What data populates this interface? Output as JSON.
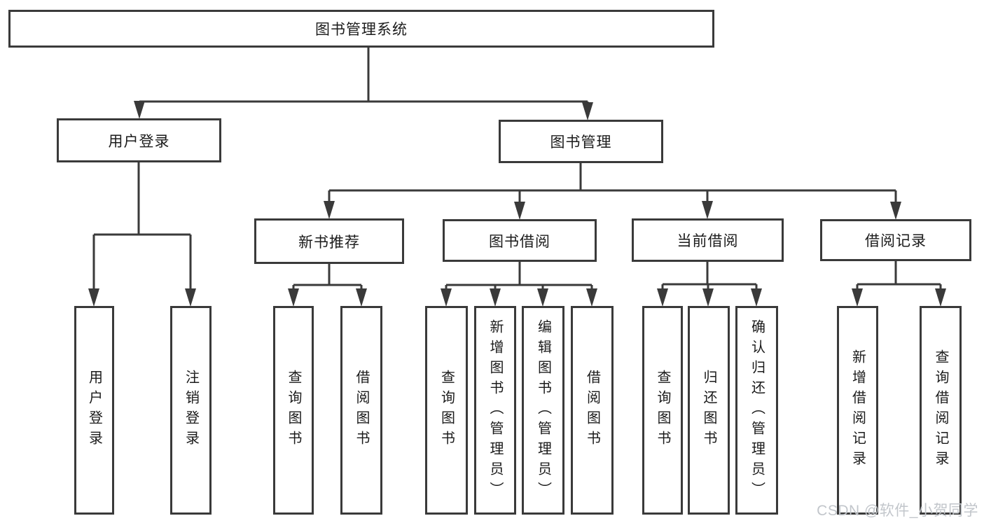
{
  "colors": {
    "line": "#3a3a3a",
    "box_border": "#3a3a3a",
    "box_fill": "#ffffff",
    "text": "#1b1b1b",
    "watermark": "#c2c6cb",
    "background": "#ffffff"
  },
  "tree": {
    "root": {
      "label": "图书管理系统"
    },
    "branches": [
      {
        "label": "用户登录",
        "children": [
          {
            "label": "用户登录"
          },
          {
            "label": "注销登录"
          }
        ]
      },
      {
        "label": "图书管理",
        "children": [
          {
            "label": "新书推荐",
            "children": [
              {
                "label": "查询图书"
              },
              {
                "label": "借阅图书"
              }
            ]
          },
          {
            "label": "图书借阅",
            "children": [
              {
                "label": "查询图书"
              },
              {
                "label": "新增图书（管理员）"
              },
              {
                "label": "编辑图书（管理员）"
              },
              {
                "label": "借阅图书"
              }
            ]
          },
          {
            "label": "当前借阅",
            "children": [
              {
                "label": "查询图书"
              },
              {
                "label": "归还图书"
              },
              {
                "label": "确认归还（管理员）"
              }
            ]
          },
          {
            "label": "借阅记录",
            "children": [
              {
                "label": "新增借阅记录"
              },
              {
                "label": "查询借阅记录"
              }
            ]
          }
        ]
      }
    ]
  },
  "watermark": {
    "text": "CSDN @软件_小贺同学"
  }
}
